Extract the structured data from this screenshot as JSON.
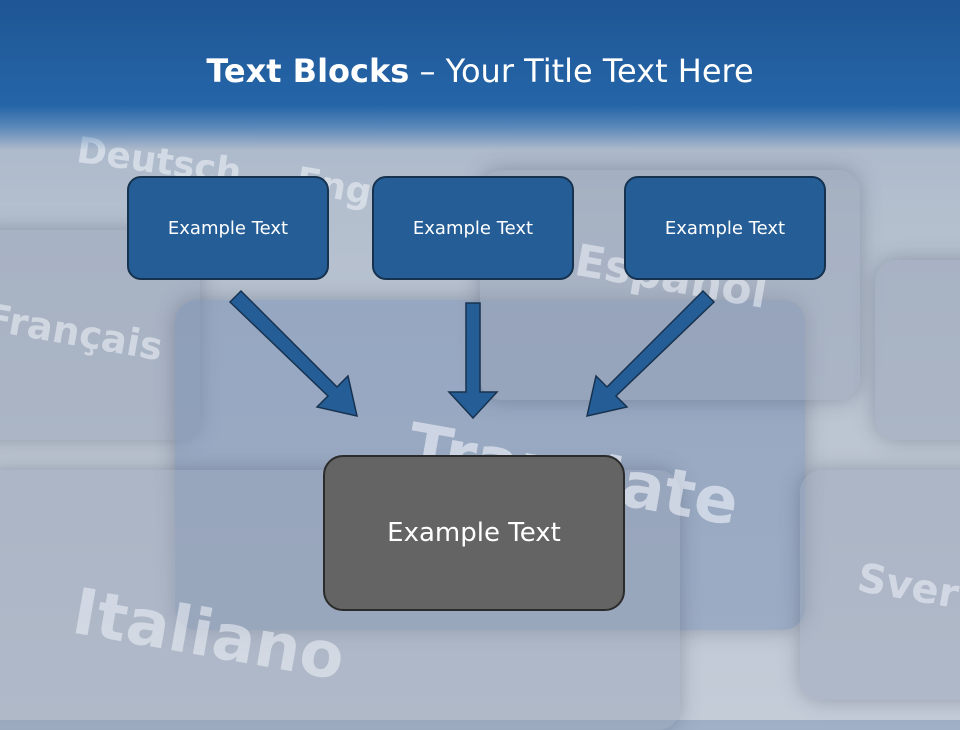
{
  "slide": {
    "title_bold": "Text Blocks",
    "title_rest": " – Your Title Text Here"
  },
  "background_labels": [
    "Deutsch",
    "English",
    "Español",
    "Français",
    "Translate",
    "Italiano",
    "Sver"
  ],
  "top_boxes": [
    {
      "label": "Example Text"
    },
    {
      "label": "Example Text"
    },
    {
      "label": "Example Text"
    }
  ],
  "bottom_box": {
    "label": "Example Text"
  },
  "colors": {
    "header": "#2465a8",
    "box_fill": "#255e97",
    "bottom_box_fill": "#646464",
    "arrow": "#255e97"
  }
}
